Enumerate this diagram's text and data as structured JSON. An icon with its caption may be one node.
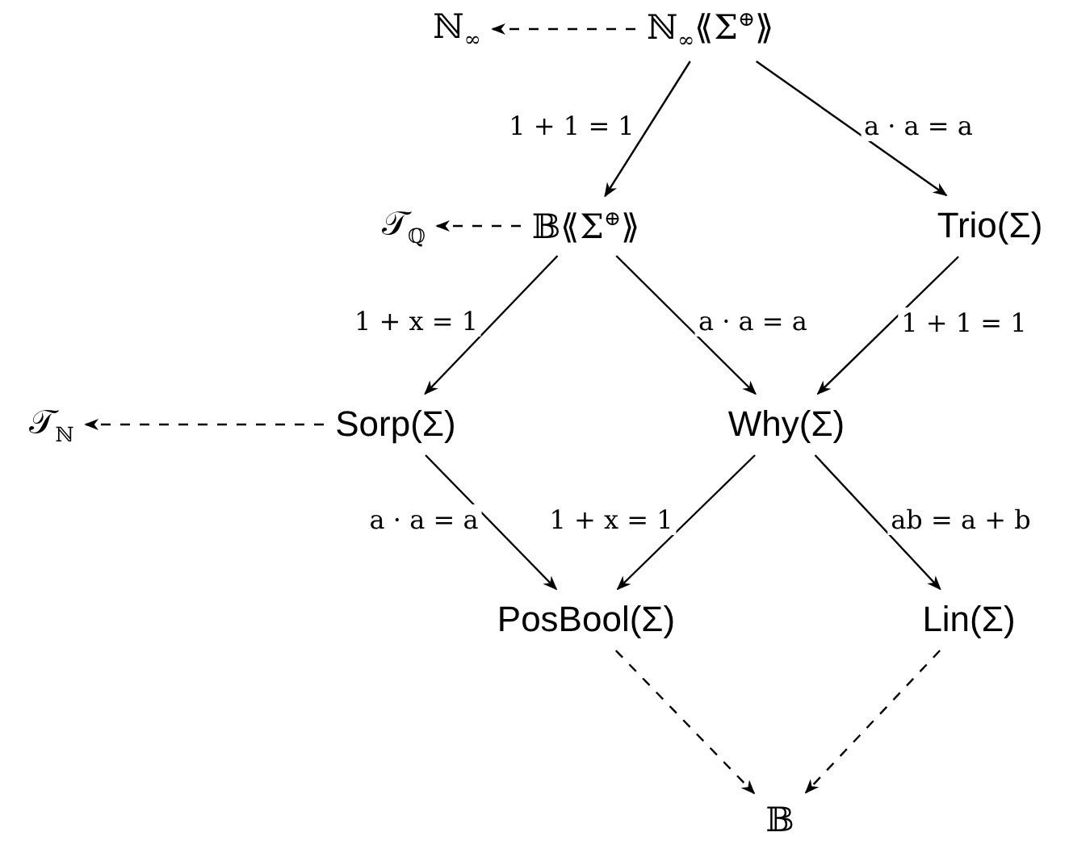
{
  "diagram": {
    "nodes": [
      {
        "text": [
          "ℕ$_{∞}$"
        ]
      },
      {
        "text": [
          "ℕ$_{∞}$⟪Σ$^{⊕}$⟫"
        ]
      },
      {
        "text": [
          "𝒯$_{ℚ}$"
        ]
      },
      {
        "text": [
          "𝔹⟪Σ$^{⊕}$⟫"
        ]
      },
      {
        "text": [
          "Trio(Σ)"
        ]
      },
      {
        "text": [
          "𝒯$_{ℕ}$"
        ]
      },
      {
        "text": [
          "Sorp(Σ)"
        ]
      },
      {
        "text": [
          "Why(Σ)"
        ]
      },
      {
        "text": [
          "PosBool(Σ)"
        ]
      },
      {
        "text": [
          "Lin(Σ)"
        ]
      },
      {
        "text": [
          "𝔹"
        ]
      }
    ],
    "edges": [
      {
        "from": 1,
        "to": 0,
        "arrow": "to",
        "style": "dashed"
      },
      {
        "from": 1,
        "to": 3,
        "arrow": "to",
        "label": "1 + 1 = 1"
      },
      {
        "from": 1,
        "to": 4,
        "arrow": "to",
        "label": "a · a = a"
      },
      {
        "from": 3,
        "to": 2,
        "arrow": "to",
        "style": "dashed"
      },
      {
        "from": 3,
        "to": 6,
        "arrow": "to",
        "label": "1 + x = 1"
      },
      {
        "from": 3,
        "to": 7,
        "arrow": "to",
        "label": "a · a = a"
      },
      {
        "from": 4,
        "to": 7,
        "arrow": "to",
        "label": "1 + 1 = 1"
      },
      {
        "from": 6,
        "to": 5,
        "arrow": "to",
        "style": "dashed"
      },
      {
        "from": 6,
        "to": 8,
        "arrow": "to",
        "label": "a · a = a"
      },
      {
        "from": 7,
        "to": 8,
        "arrow": "to",
        "label": "1 + x = 1"
      },
      {
        "from": 7,
        "to": 9,
        "arrow": "to",
        "label": "ab = a + b"
      },
      {
        "from": 8,
        "to": 10,
        "arrow": "to",
        "style": "dashed"
      },
      {
        "from": 9,
        "to": 10,
        "arrow": "to",
        "style": "dashed"
      }
    ]
  }
}
